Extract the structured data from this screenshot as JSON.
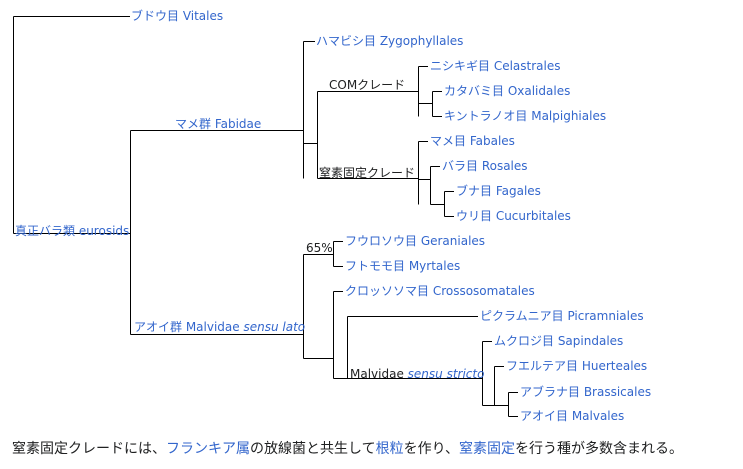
{
  "tree": {
    "root": "真正バラ類 eurosids",
    "vitales": "ブドウ目 Vitales",
    "fabidae": "マメ群 Fabidae",
    "zygophyllales": "ハマビシ目 Zygophyllales",
    "com_clade": "COMクレード",
    "celastrales": "ニシキギ目 Celastrales",
    "oxalidales": "カタバミ目 Oxalidales",
    "malpighiales": "キントラノオ目 Malpighiales",
    "nfc_clade": "窒素固定クレード",
    "fabales": "マメ目 Fabales",
    "rosales": "バラ目 Rosales",
    "fagales": "ブナ目 Fagales",
    "cucurbitales": "ウリ目 Cucurbitales",
    "malvidae_lato_main": "アオイ群 Malvidae ",
    "malvidae_lato_italic": "sensu lato",
    "support": "65%",
    "geraniales": "フウロソウ目 Geraniales",
    "myrtales": "フトモモ目 Myrtales",
    "crossosomatales": "クロッソソマ目 Crossosomatales",
    "picramniales": "ピクラムニア目 Picramniales",
    "malvidae_stricto_main": "Malvidae ",
    "malvidae_stricto_italic": "sensu stricto",
    "sapindales": "ムクロジ目 Sapindales",
    "huerteales": "フエルテア目 Huerteales",
    "brassicales": "アブラナ目 Brassicales",
    "malvales": "アオイ目 Malvales"
  },
  "caption": {
    "part1": "窒素固定クレードには、",
    "link1": "フランキア属",
    "part2": "の放線菌と共生して",
    "link2": "根粒",
    "part3": "を作り、",
    "link3": "窒素固定",
    "part4": "を行う種が多数含まれる。"
  },
  "colors": {
    "link": "#3366cc",
    "text": "#202122",
    "line": "#000000"
  }
}
